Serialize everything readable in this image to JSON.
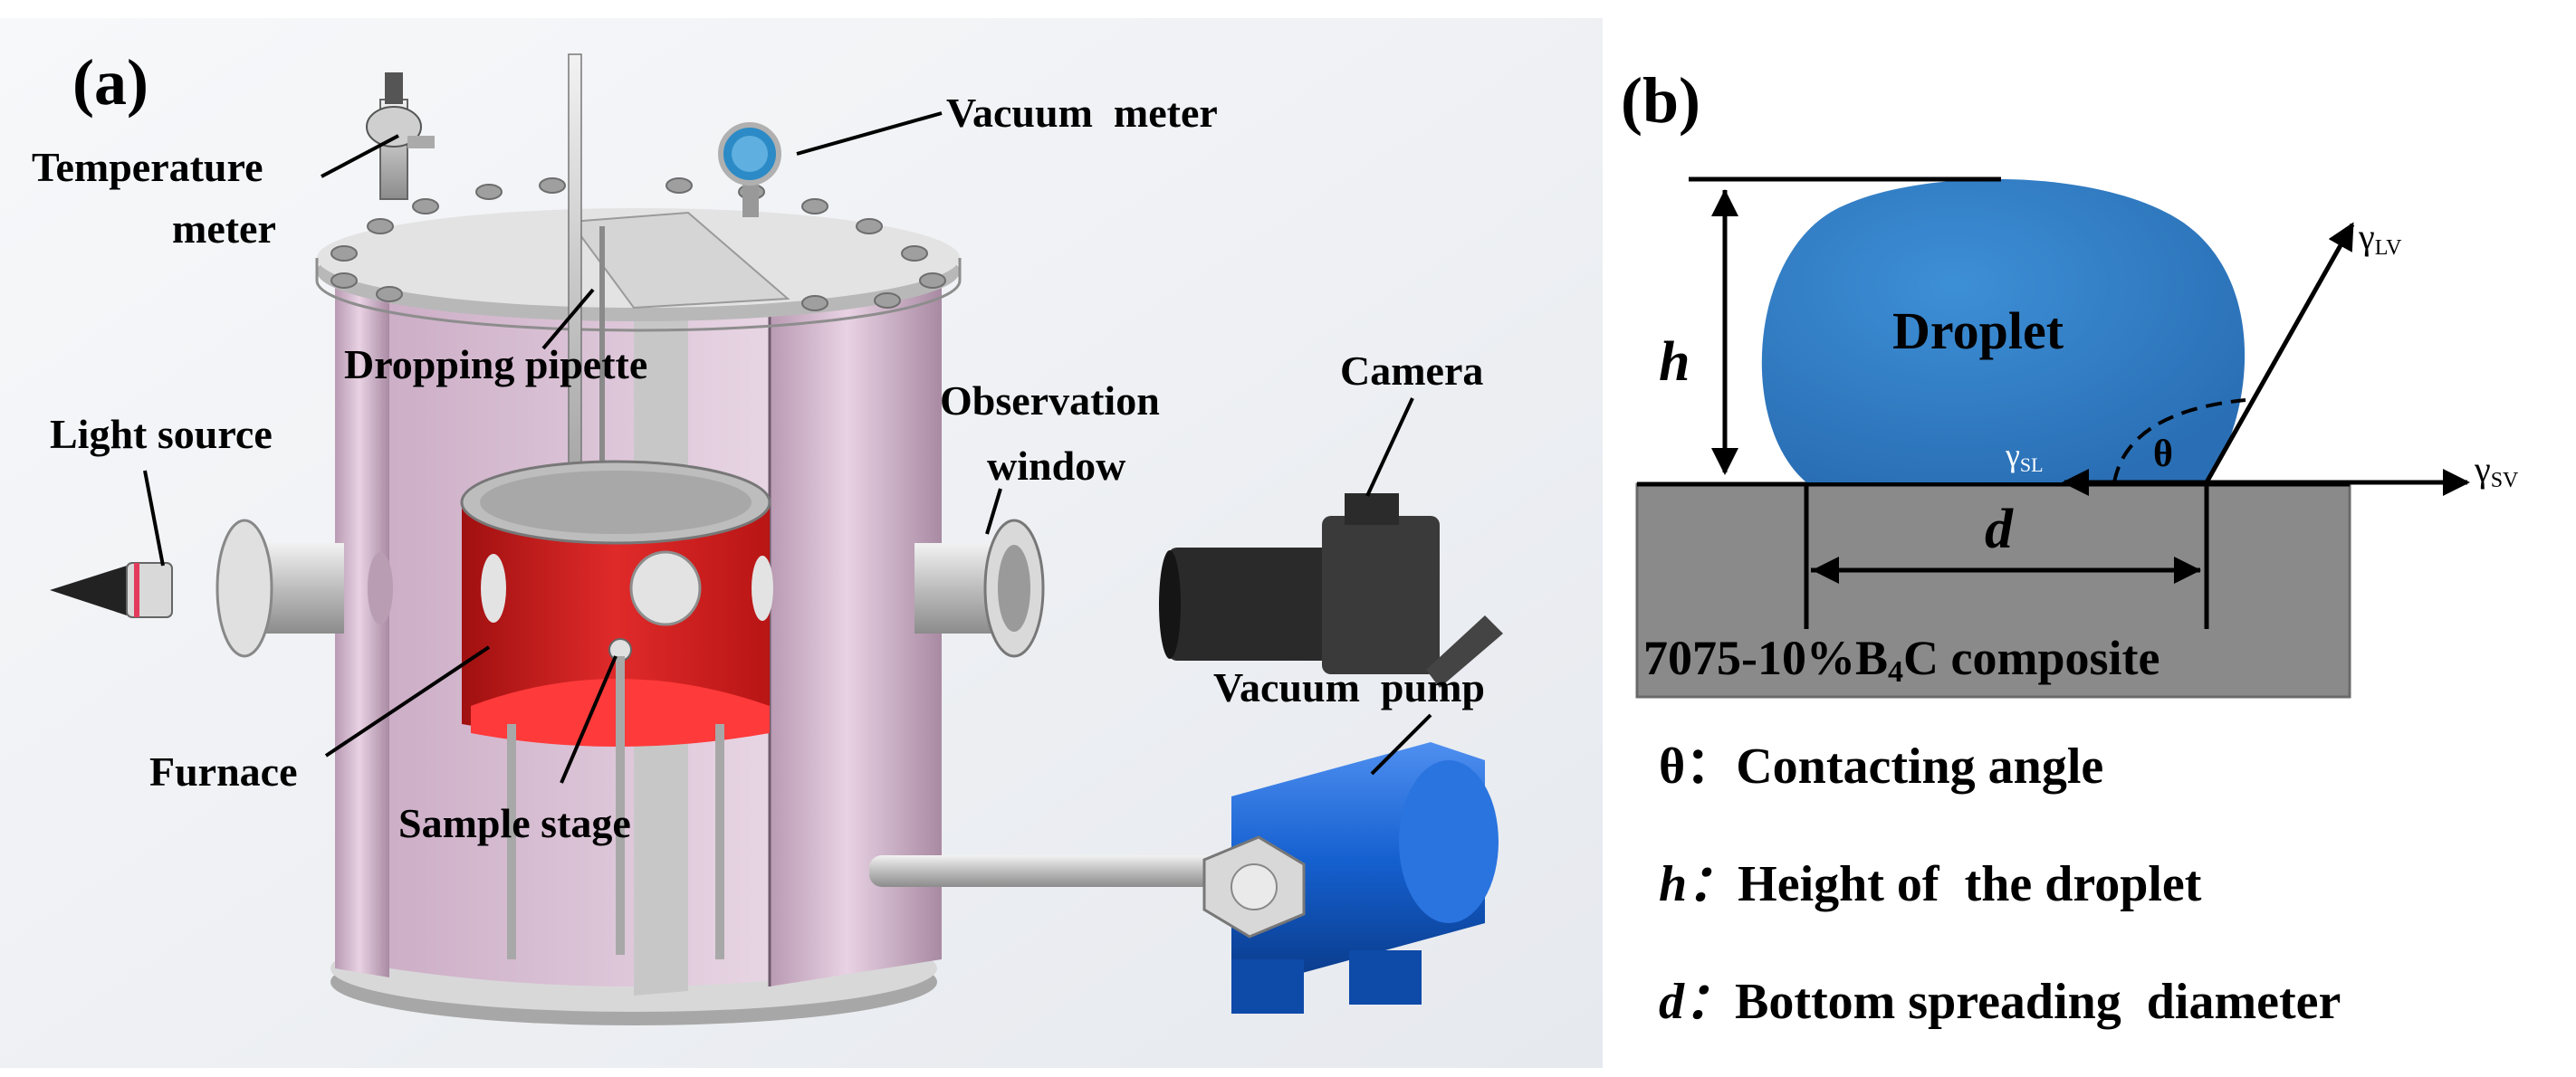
{
  "panel_a": {
    "tag": "(a)",
    "labels": {
      "temperature_meter_1": "Temperature",
      "temperature_meter_2": "meter",
      "vacuum_meter": "Vacuum  meter",
      "dropping_pipette": "Dropping pipette",
      "light_source": "Light source",
      "observation_window_1": "Observation",
      "observation_window_2": "window",
      "camera": "Camera",
      "vacuum_pump": "Vacuum  pump",
      "furnace": "Furnace",
      "sample_stage": "Sample stage"
    }
  },
  "panel_b": {
    "tag": "(b)",
    "droplet_label": "Droplet",
    "h_symbol": "h",
    "d_symbol": "d",
    "theta_symbol": "θ",
    "gamma_lv": "γ",
    "gamma_lv_sub": "LV",
    "gamma_sl": "γ",
    "gamma_sl_sub": "SL",
    "gamma_sv": "γ",
    "gamma_sv_sub": "SV",
    "substrate_label_1": "7075-10%B",
    "substrate_label_sub": "4",
    "substrate_label_2": "C composite",
    "legend": [
      {
        "symbol": "θ：",
        "text": "Contacting angle"
      },
      {
        "symbol": "h：",
        "text": "Height of  the droplet"
      },
      {
        "symbol": "d：",
        "text": "Bottom spreading  diameter"
      }
    ]
  },
  "colors": {
    "chamber": "#d9b8d3",
    "furnace": "#d41f1f",
    "droplet": "#2e7bc4",
    "substrate": "#8a8a8a",
    "pump": "#1560d0"
  }
}
